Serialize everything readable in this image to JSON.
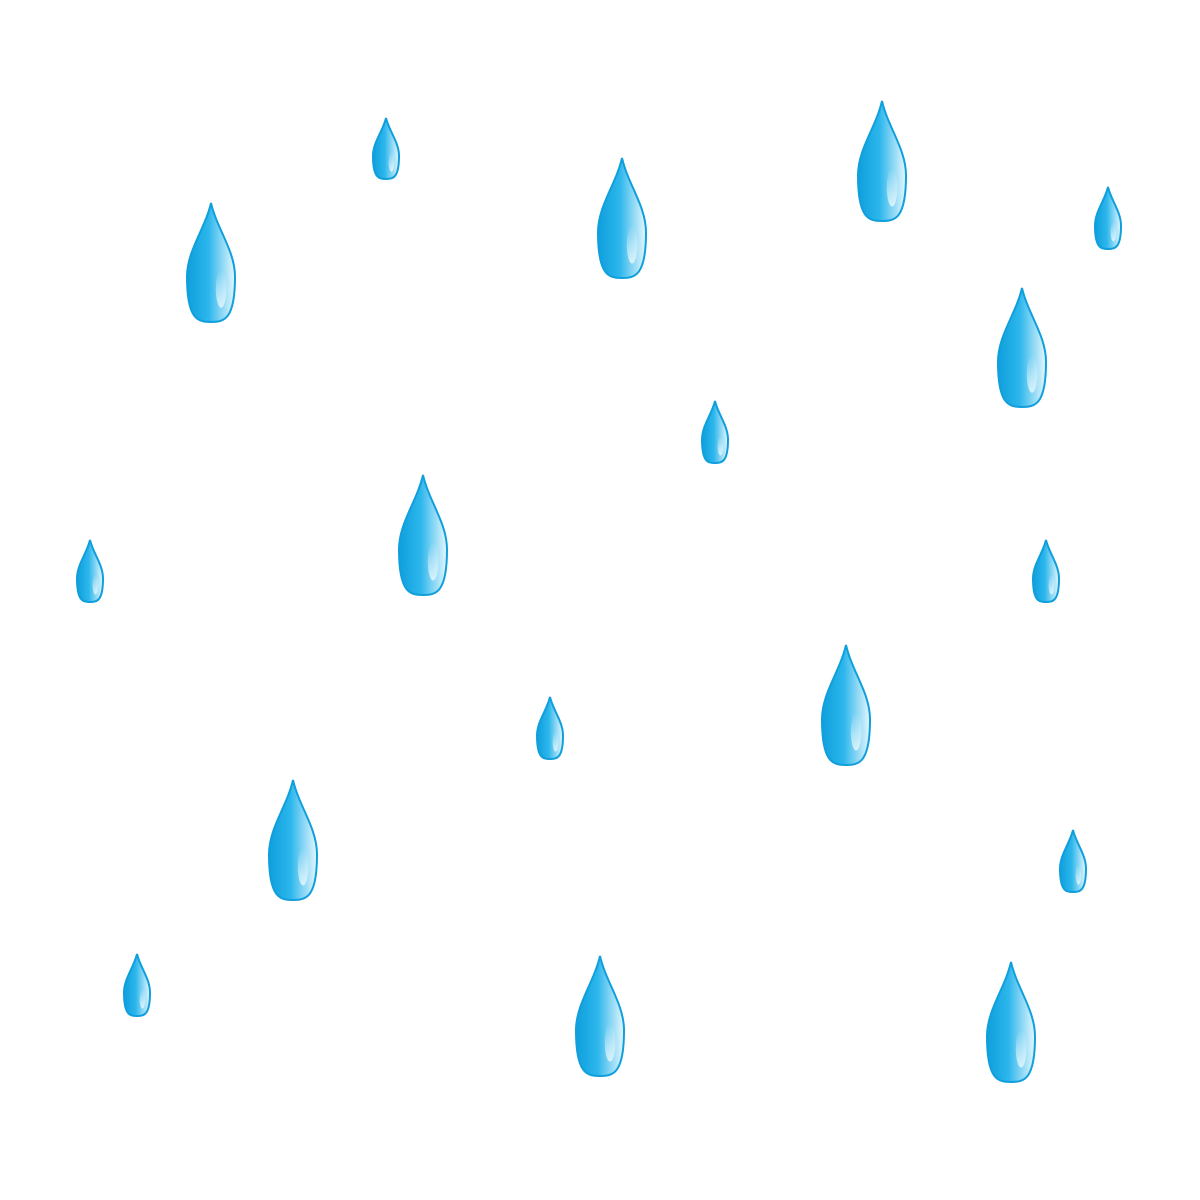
{
  "background_color": "#ffffff",
  "drop_colors": {
    "edge": "#0f9fdc",
    "body": "#2cb6ec",
    "highlight": "#e6f7fd"
  },
  "drops": [
    {
      "name": "raindrop-large"
    },
    {
      "name": "raindrop-small"
    },
    {
      "name": "raindrop-large"
    },
    {
      "name": "raindrop-large"
    },
    {
      "name": "raindrop-small"
    },
    {
      "name": "raindrop-large"
    },
    {
      "name": "raindrop-small"
    },
    {
      "name": "raindrop-large"
    },
    {
      "name": "raindrop-small"
    },
    {
      "name": "raindrop-small"
    },
    {
      "name": "raindrop-large"
    },
    {
      "name": "raindrop-small"
    },
    {
      "name": "raindrop-large"
    },
    {
      "name": "raindrop-small"
    },
    {
      "name": "raindrop-small"
    },
    {
      "name": "raindrop-large"
    },
    {
      "name": "raindrop-large"
    }
  ]
}
